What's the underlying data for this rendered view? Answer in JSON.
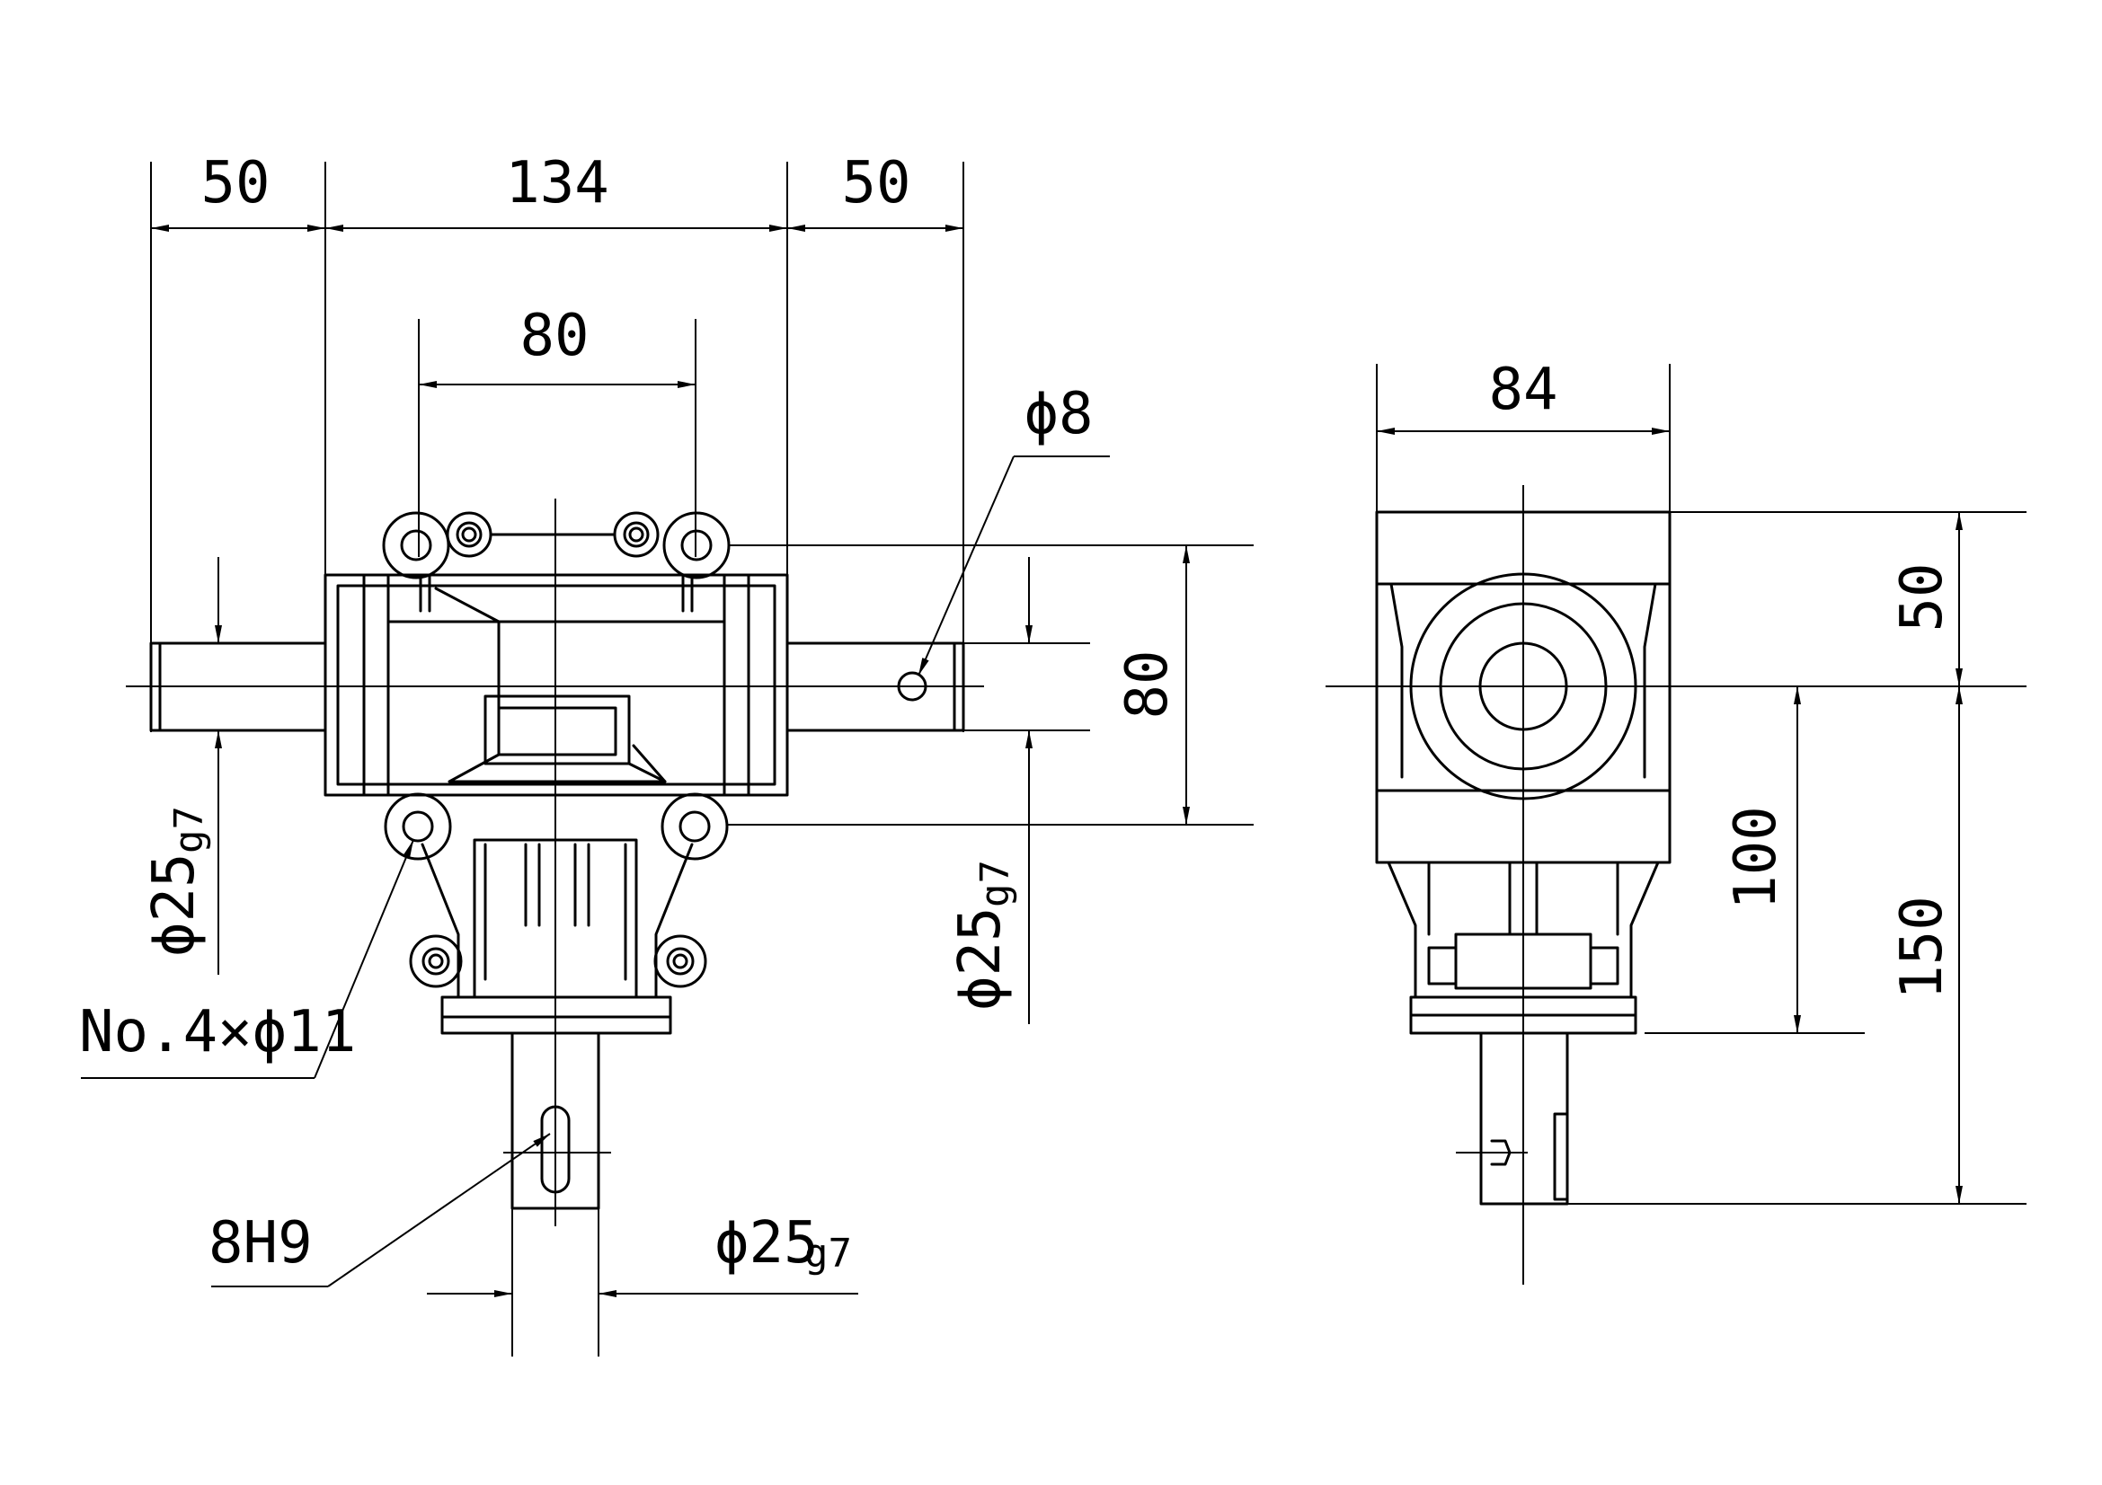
{
  "front_view": {
    "dim_left_shaft": "50",
    "dim_housing_width": "134",
    "dim_right_shaft": "50",
    "dim_bolt_spacing": "80",
    "dim_pin_hole": "ϕ8",
    "dim_vertical_bolt_spacing": "80",
    "dim_shaft_left_diameter": "ϕ25",
    "dim_shaft_left_tol": "g7",
    "dim_shaft_right_diameter": "ϕ25",
    "dim_shaft_right_tol": "g7",
    "dim_mount_holes": "No.4×ϕ11",
    "dim_keyway": "8H9",
    "dim_shaft_bottom_diameter": "ϕ25",
    "dim_shaft_bottom_tol": "g7"
  },
  "side_view": {
    "dim_width": "84",
    "dim_top": "50",
    "dim_mid": "100",
    "dim_total": "150"
  }
}
